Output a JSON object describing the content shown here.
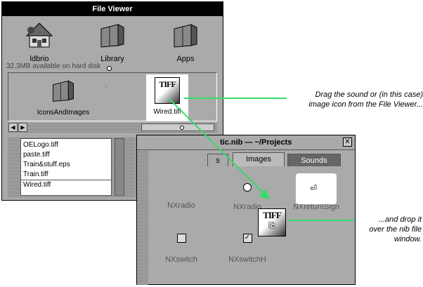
{
  "file_viewer": {
    "title": "File Viewer",
    "shelf_icons": [
      {
        "name": "home-folder-icon",
        "label": "ldbrio"
      },
      {
        "name": "library-folder-icon",
        "label": "Library"
      },
      {
        "name": "apps-folder-icon",
        "label": "Apps"
      }
    ],
    "disk_status": "32.3MB available on hard disk",
    "browser": {
      "folder_label": "IconsAndImages",
      "file_label": "Wired.tiff",
      "tiff_icon_text": "TIFF"
    },
    "file_list": [
      "OELogo.tiff",
      "paste.tiff",
      "Train&stuff.eps",
      "Train.tiff",
      "Wired.tiff"
    ],
    "selected_index": 4
  },
  "nib_window": {
    "title": "tic.nib — ~/Projects",
    "tabs": [
      {
        "label": "s",
        "state": "normal"
      },
      {
        "label": "Images",
        "state": "selected"
      },
      {
        "label": "Sounds",
        "state": "dark"
      }
    ],
    "images": [
      {
        "label": "NXradio"
      },
      {
        "label": "NXradio"
      },
      {
        "label": "NXreturnSign"
      },
      {
        "label": "NXswitch"
      },
      {
        "label": "NXswitchH"
      }
    ],
    "dragged_icon_text": "TIFF"
  },
  "annotations": {
    "note1": "Drag the sound or (in this case) image icon from the File Viewer...",
    "note2": "...and drop it over the nib file window."
  },
  "colors": {
    "window_gray": "#aaaaaa",
    "highlight_green": "#33dd66",
    "title_black": "#000000"
  }
}
